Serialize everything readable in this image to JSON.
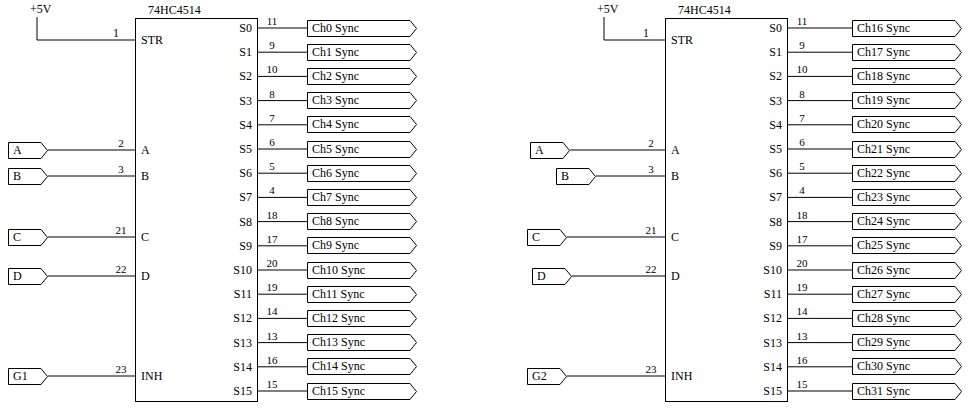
{
  "diagram": {
    "nodes": [
      {
        "text": [
          "74HC4514"
        ]
      },
      {
        "text": [
          "A"
        ]
      },
      {
        "text": [
          "B"
        ]
      },
      {
        "text": [
          "C"
        ]
      },
      {
        "text": [
          "D"
        ]
      },
      {
        "text": [
          "G1"
        ]
      },
      {
        "text": [
          "Ch0 Sync"
        ]
      },
      {
        "text": [
          "Ch1 Sync"
        ]
      },
      {
        "text": [
          "Ch2 Sync"
        ]
      },
      {
        "text": [
          "Ch3 Sync"
        ]
      },
      {
        "text": [
          "Ch4 Sync"
        ]
      },
      {
        "text": [
          "Ch5 Sync"
        ]
      },
      {
        "text": [
          "Ch6 Sync"
        ]
      },
      {
        "text": [
          "Ch7 Sync"
        ]
      },
      {
        "text": [
          "Ch8 Sync"
        ]
      },
      {
        "text": [
          "Ch9 Sync"
        ]
      },
      {
        "text": [
          "Ch10 Sync"
        ]
      },
      {
        "text": [
          "Ch11 Sync"
        ]
      },
      {
        "text": [
          "Ch12 Sync"
        ]
      },
      {
        "text": [
          "Ch13 Sync"
        ]
      },
      {
        "text": [
          "Ch14 Sync"
        ]
      },
      {
        "text": [
          "Ch15 Sync"
        ]
      },
      {
        "text": [
          "74HC4514"
        ]
      },
      {
        "text": [
          "A"
        ]
      },
      {
        "text": [
          "B"
        ]
      },
      {
        "text": [
          "C"
        ]
      },
      {
        "text": [
          "D"
        ]
      },
      {
        "text": [
          "G2"
        ]
      },
      {
        "text": [
          "Ch16 Sync"
        ]
      },
      {
        "text": [
          "Ch17 Sync"
        ]
      },
      {
        "text": [
          "Ch18 Sync"
        ]
      },
      {
        "text": [
          "Ch19 Sync"
        ]
      },
      {
        "text": [
          "Ch20 Sync"
        ]
      },
      {
        "text": [
          "Ch21 Sync"
        ]
      },
      {
        "text": [
          "Ch22 Sync"
        ]
      },
      {
        "text": [
          "Ch23 Sync"
        ]
      },
      {
        "text": [
          "Ch24 Sync"
        ]
      },
      {
        "text": [
          "Ch25 Sync"
        ]
      },
      {
        "text": [
          "Ch26 Sync"
        ]
      },
      {
        "text": [
          "Ch27 Sync"
        ]
      },
      {
        "text": [
          "Ch28 Sync"
        ]
      },
      {
        "text": [
          "Ch29 Sync"
        ]
      },
      {
        "text": [
          "Ch30 Sync"
        ]
      },
      {
        "text": [
          "Ch31 Sync"
        ]
      }
    ],
    "edges": [
      {
        "from": 1,
        "to": 0,
        "arrow": "none",
        "label": "2"
      },
      {
        "from": 2,
        "to": 0,
        "arrow": "none",
        "label": "3"
      },
      {
        "from": 3,
        "to": 0,
        "arrow": "none",
        "label": "21"
      },
      {
        "from": 4,
        "to": 0,
        "arrow": "none",
        "label": "22"
      },
      {
        "from": 5,
        "to": 0,
        "arrow": "none",
        "label": "23"
      },
      {
        "from": 0,
        "to": 6,
        "arrow": "none",
        "label": "11"
      },
      {
        "from": 0,
        "to": 7,
        "arrow": "none",
        "label": "9"
      },
      {
        "from": 0,
        "to": 8,
        "arrow": "none",
        "label": "10"
      },
      {
        "from": 0,
        "to": 9,
        "arrow": "none",
        "label": "8"
      },
      {
        "from": 0,
        "to": 10,
        "arrow": "none",
        "label": "7"
      },
      {
        "from": 0,
        "to": 11,
        "arrow": "none",
        "label": "6"
      },
      {
        "from": 0,
        "to": 12,
        "arrow": "none",
        "label": "5"
      },
      {
        "from": 0,
        "to": 13,
        "arrow": "none",
        "label": "4"
      },
      {
        "from": 0,
        "to": 14,
        "arrow": "none",
        "label": "18"
      },
      {
        "from": 0,
        "to": 15,
        "arrow": "none",
        "label": "17"
      },
      {
        "from": 0,
        "to": 16,
        "arrow": "none",
        "label": "20"
      },
      {
        "from": 0,
        "to": 17,
        "arrow": "none",
        "label": "19"
      },
      {
        "from": 0,
        "to": 18,
        "arrow": "none",
        "label": "14"
      },
      {
        "from": 0,
        "to": 19,
        "arrow": "none",
        "label": "13"
      },
      {
        "from": 0,
        "to": 20,
        "arrow": "none",
        "label": "16"
      },
      {
        "from": 0,
        "to": 21,
        "arrow": "none",
        "label": "15"
      },
      {
        "from": 23,
        "to": 22,
        "arrow": "none",
        "label": "2"
      },
      {
        "from": 24,
        "to": 22,
        "arrow": "none",
        "label": "3"
      },
      {
        "from": 25,
        "to": 22,
        "arrow": "none",
        "label": "21"
      },
      {
        "from": 26,
        "to": 22,
        "arrow": "none",
        "label": "22"
      },
      {
        "from": 27,
        "to": 22,
        "arrow": "none",
        "label": "23"
      },
      {
        "from": 22,
        "to": 28,
        "arrow": "none",
        "label": "11"
      },
      {
        "from": 22,
        "to": 29,
        "arrow": "none",
        "label": "9"
      },
      {
        "from": 22,
        "to": 30,
        "arrow": "none",
        "label": "10"
      },
      {
        "from": 22,
        "to": 31,
        "arrow": "none",
        "label": "8"
      },
      {
        "from": 22,
        "to": 32,
        "arrow": "none",
        "label": "7"
      },
      {
        "from": 22,
        "to": 33,
        "arrow": "none",
        "label": "6"
      },
      {
        "from": 22,
        "to": 34,
        "arrow": "none",
        "label": "5"
      },
      {
        "from": 22,
        "to": 35,
        "arrow": "none",
        "label": "4"
      },
      {
        "from": 22,
        "to": 36,
        "arrow": "none",
        "label": "18"
      },
      {
        "from": 22,
        "to": 37,
        "arrow": "none",
        "label": "17"
      },
      {
        "from": 22,
        "to": 38,
        "arrow": "none",
        "label": "20"
      },
      {
        "from": 22,
        "to": 39,
        "arrow": "none",
        "label": "19"
      },
      {
        "from": 22,
        "to": 40,
        "arrow": "none",
        "label": "14"
      },
      {
        "from": 22,
        "to": 41,
        "arrow": "none",
        "label": "13"
      },
      {
        "from": 22,
        "to": 42,
        "arrow": "none",
        "label": "16"
      },
      {
        "from": 22,
        "to": 43,
        "arrow": "none",
        "label": "15"
      }
    ],
    "labels": [
      "+5V",
      "1",
      "STR",
      "A",
      "B",
      "C",
      "D",
      "INH",
      "S0",
      "S1",
      "S2",
      "S3",
      "S4",
      "S5",
      "S6",
      "S7",
      "S8",
      "S9",
      "S10",
      "S11",
      "S12",
      "S13",
      "S14",
      "S15",
      "+5V",
      "1",
      "STR",
      "A",
      "B",
      "C",
      "D",
      "INH",
      "S0",
      "S1",
      "S2",
      "S3",
      "S4",
      "S5",
      "S6",
      "S7",
      "S8",
      "S9",
      "S10",
      "S11",
      "S12",
      "S13",
      "S14",
      "S15"
    ]
  }
}
